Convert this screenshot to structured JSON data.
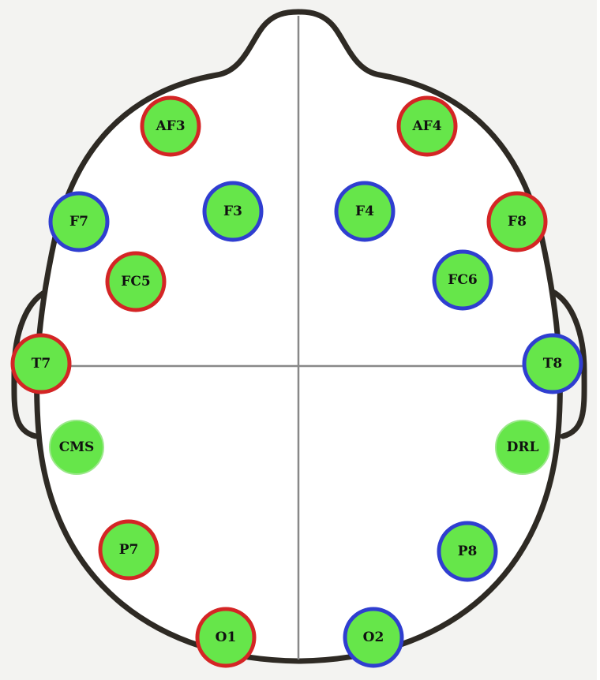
{
  "colors": {
    "background": "#ffffff",
    "backdrop": "#f3f3f1",
    "head_outline": "#2e2a24",
    "divider": "#888888",
    "electrode_fill": "#66e64a",
    "ring_red": "#d42525",
    "ring_blue": "#2f3ed0"
  },
  "electrodes": [
    {
      "id": "af3",
      "label": "AF3",
      "ring": "red"
    },
    {
      "id": "af4",
      "label": "AF4",
      "ring": "red"
    },
    {
      "id": "f7",
      "label": "F7",
      "ring": "blue"
    },
    {
      "id": "f3",
      "label": "F3",
      "ring": "blue"
    },
    {
      "id": "f4",
      "label": "F4",
      "ring": "blue"
    },
    {
      "id": "f8",
      "label": "F8",
      "ring": "red"
    },
    {
      "id": "fc5",
      "label": "FC5",
      "ring": "red"
    },
    {
      "id": "fc6",
      "label": "FC6",
      "ring": "blue"
    },
    {
      "id": "t7",
      "label": "T7",
      "ring": "red"
    },
    {
      "id": "t8",
      "label": "T8",
      "ring": "blue"
    },
    {
      "id": "cms",
      "label": "CMS",
      "ring": "none"
    },
    {
      "id": "drl",
      "label": "DRL",
      "ring": "none"
    },
    {
      "id": "p7",
      "label": "P7",
      "ring": "red"
    },
    {
      "id": "p8",
      "label": "P8",
      "ring": "blue"
    },
    {
      "id": "o1",
      "label": "O1",
      "ring": "red"
    },
    {
      "id": "o2",
      "label": "O2",
      "ring": "blue"
    }
  ]
}
